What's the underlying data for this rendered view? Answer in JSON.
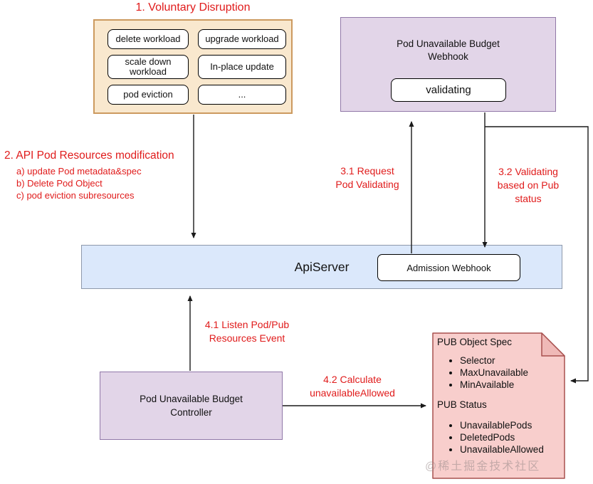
{
  "colors": {
    "red_label": "#e01b1b",
    "peach_fill": "#f9e8ce",
    "peach_border": "#cc9a5f",
    "purple_fill": "#e2d5e8",
    "purple_border": "#9178a8",
    "blue_fill": "#dbe8fb",
    "blue_border": "#8e99ab",
    "pink_fill": "#f8cecc",
    "pink_border": "#a8504e"
  },
  "voluntary_disruption": {
    "title": "1. Voluntary Disruption",
    "items": [
      "delete workload",
      "upgrade workload",
      "scale down\nworkload",
      "In-place update",
      "pod eviction",
      "..."
    ]
  },
  "webhook": {
    "title": "Pod Unavailable Budget\nWebhook",
    "validating_label": "validating"
  },
  "api_modification": {
    "title": "2. API Pod Resources modification",
    "items": [
      "a) update Pod metadata&spec",
      "b) Delete Pod Object",
      "c) pod eviction subresources"
    ]
  },
  "arrow_labels": {
    "request_validating": "3.1 Request\nPod Validating",
    "validating_based": "3.2 Validating\nbased on Pub\nstatus",
    "listen_event": "4.1 Listen Pod/Pub\nResources Event",
    "calculate": "4.2 Calculate\nunavailableAllowed"
  },
  "api_server": {
    "label": "ApiServer",
    "admission_webhook_label": "Admission Webhook"
  },
  "controller": {
    "label": "Pod Unavailable Budget\nController"
  },
  "pub_doc": {
    "spec_title": "PUB Object Spec",
    "spec_items": [
      "Selector",
      "MaxUnavailable",
      "MinAvailable"
    ],
    "status_title": "PUB Status",
    "status_items": [
      "UnavailablePods",
      "DeletedPods",
      "UnavailableAllowed"
    ]
  },
  "watermark": "@稀土掘金技术社区"
}
